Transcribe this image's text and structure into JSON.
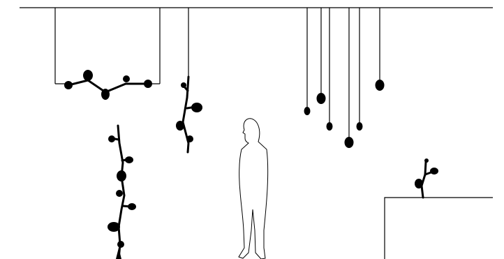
{
  "scene": {
    "background_color": "#ffffff",
    "line_color": "#000000",
    "elements": [
      "ceiling-line",
      "rectangular-chandelier",
      "hanging-vine-light",
      "standing-vine-light",
      "pendant-cluster",
      "human-silhouette",
      "table-lamp-on-cabinet"
    ]
  }
}
